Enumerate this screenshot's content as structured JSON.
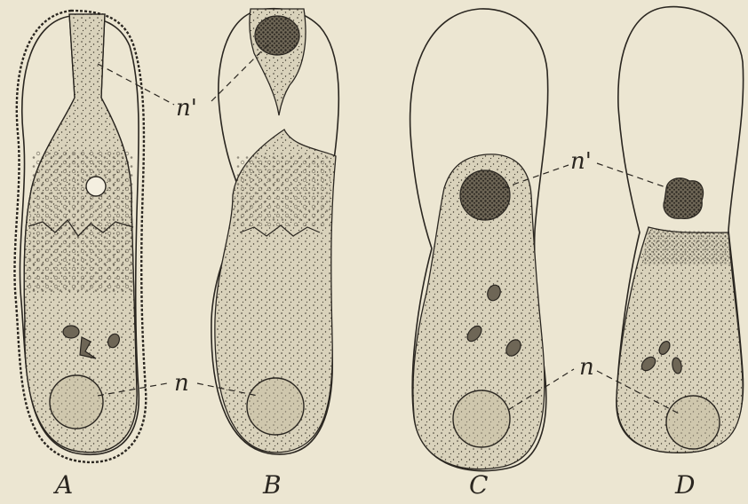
{
  "figure_labels": {
    "a": "A",
    "b": "B",
    "c": "C",
    "d": "D"
  },
  "callouts": {
    "n_prime_upper": "n'",
    "n_prime_right": "n'",
    "n_left": "n",
    "n_right": "n"
  }
}
